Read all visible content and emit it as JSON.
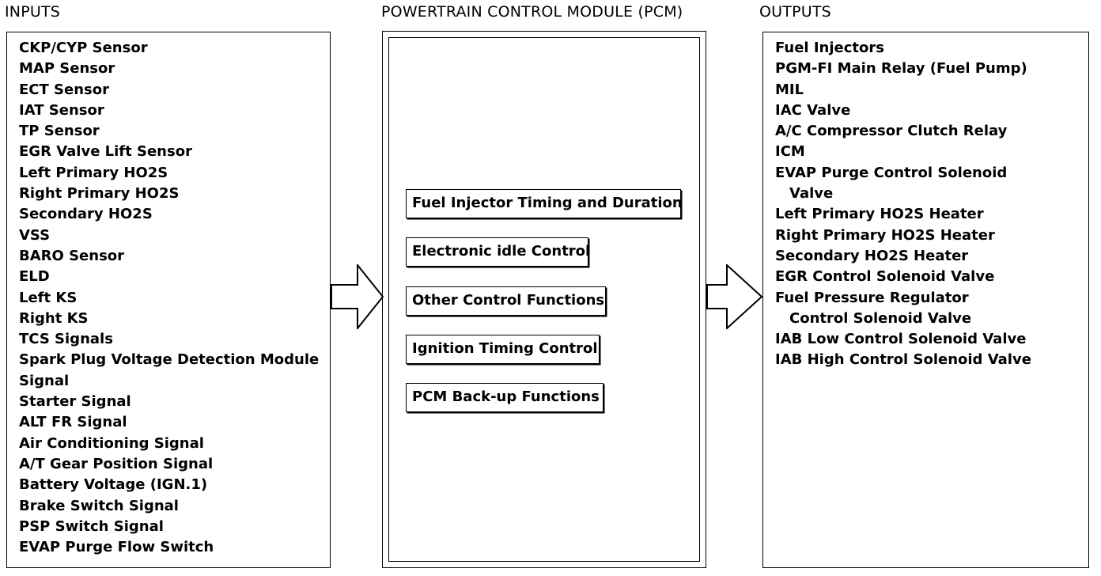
{
  "headings": {
    "inputs": "INPUTS",
    "pcm": "POWERTRAIN CONTROL MODULE (PCM)",
    "outputs": "OUTPUTS"
  },
  "inputs": [
    "CKP/CYP Sensor",
    "MAP Sensor",
    "ECT Sensor",
    "IAT Sensor",
    "TP Sensor",
    "EGR Valve Lift Sensor",
    "Left Primary HO2S",
    "Right Primary HO2S",
    "Secondary HO2S",
    "VSS",
    "BARO Sensor",
    "ELD",
    "Left KS",
    "Right KS",
    "TCS Signals",
    "Spark Plug Voltage Detection Module",
    "Signal",
    "Starter Signal",
    "ALT FR Signal",
    "Air Conditioning Signal",
    "A/T Gear Position Signal",
    "Battery Voltage (IGN.1)",
    "Brake Switch Signal",
    "PSP Switch Signal",
    "EVAP Purge Flow Switch"
  ],
  "pcm_functions": [
    "Fuel Injector Timing and Duration",
    "Electronic idle Control",
    "Other Control Functions",
    "Ignition Timing Control",
    "PCM Back-up Functions"
  ],
  "outputs": [
    "Fuel Injectors",
    "PGM-FI Main Relay (Fuel Pump)",
    "MIL",
    "IAC Valve",
    "A/C Compressor Clutch Relay",
    "ICM",
    "EVAP Purge Control Solenoid",
    "Valve",
    "Left Primary HO2S Heater",
    "Right Primary HO2S Heater",
    "Secondary HO2S Heater",
    "EGR Control Solenoid Valve",
    "Fuel Pressure Regulator",
    "Control Solenoid Valve",
    "IAB Low Control Solenoid Valve",
    "IAB High Control Solenoid Valve"
  ]
}
